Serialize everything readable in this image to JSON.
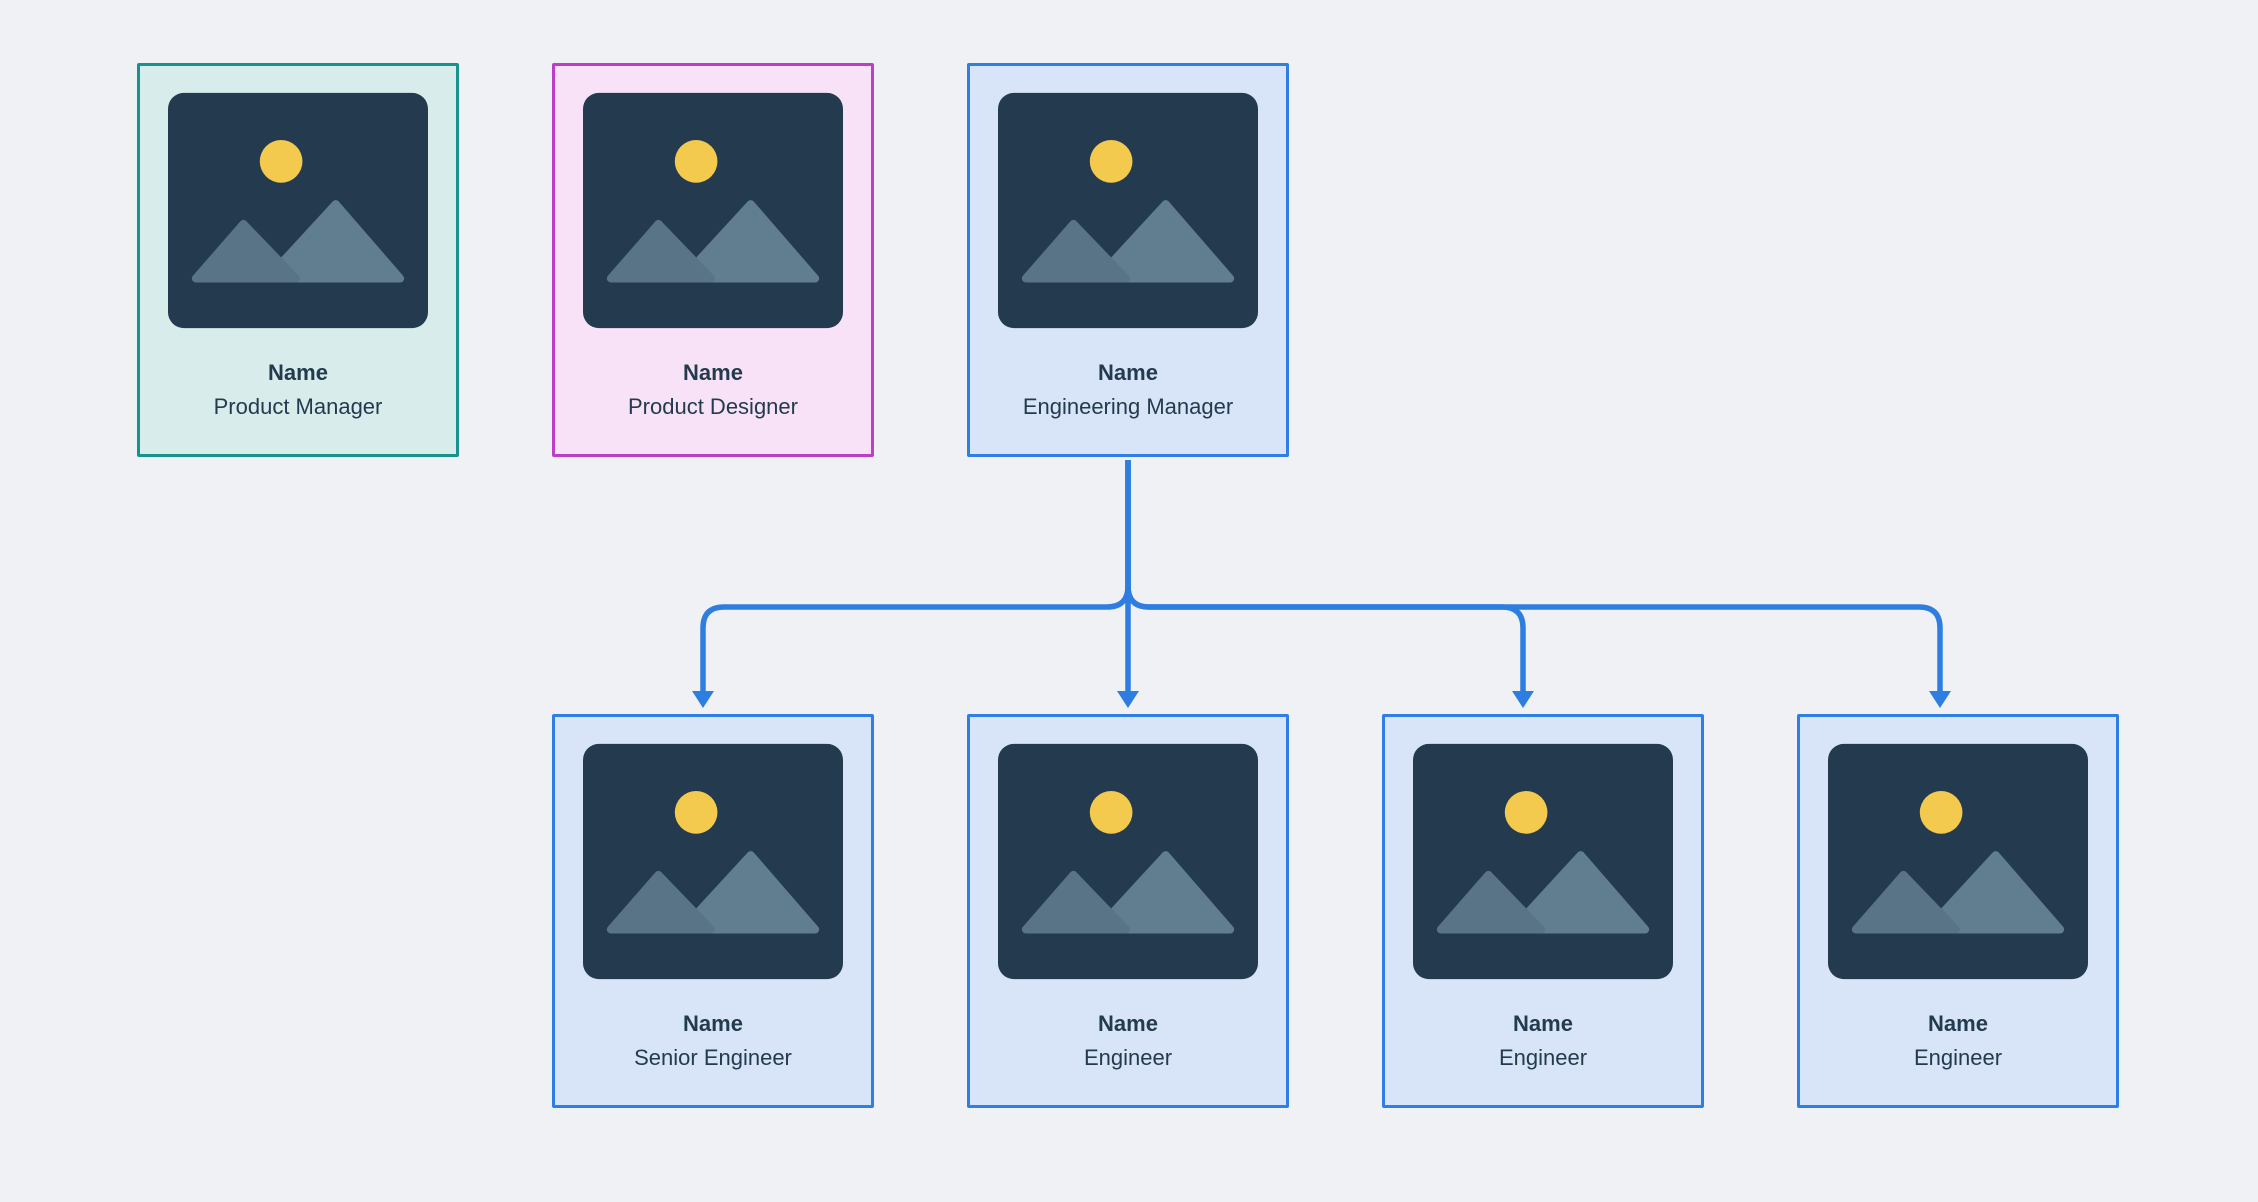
{
  "diagram": {
    "type": "org-chart",
    "cards": [
      {
        "name": "Name",
        "role": "Product Manager",
        "theme": "teal"
      },
      {
        "name": "Name",
        "role": "Product Designer",
        "theme": "pink"
      },
      {
        "name": "Name",
        "role": "Engineering Manager",
        "theme": "blue"
      },
      {
        "name": "Name",
        "role": "Senior Engineer",
        "theme": "blue"
      },
      {
        "name": "Name",
        "role": "Engineer",
        "theme": "blue"
      },
      {
        "name": "Name",
        "role": "Engineer",
        "theme": "blue"
      },
      {
        "name": "Name",
        "role": "Engineer",
        "theme": "blue"
      }
    ],
    "connections": [
      {
        "from": "Engineering Manager",
        "to": "Senior Engineer"
      },
      {
        "from": "Engineering Manager",
        "to": "Engineer"
      },
      {
        "from": "Engineering Manager",
        "to": "Engineer"
      },
      {
        "from": "Engineering Manager",
        "to": "Engineer"
      }
    ]
  },
  "colors": {
    "canvas_bg": "#EFF1F5",
    "connector": "#2E7EE1",
    "teal_border": "#17938E",
    "teal_bg": "#D7ECEB",
    "pink_border": "#BC3EC9",
    "pink_bg": "#F8E2F7",
    "blue_border": "#2E7EE5",
    "blue_bg": "#D8E5F8",
    "photo_bg": "#243B4F",
    "sun": "#F3C94E",
    "mountain_left": "#587486",
    "mountain_right": "#617E90",
    "text": "#233B4E"
  }
}
